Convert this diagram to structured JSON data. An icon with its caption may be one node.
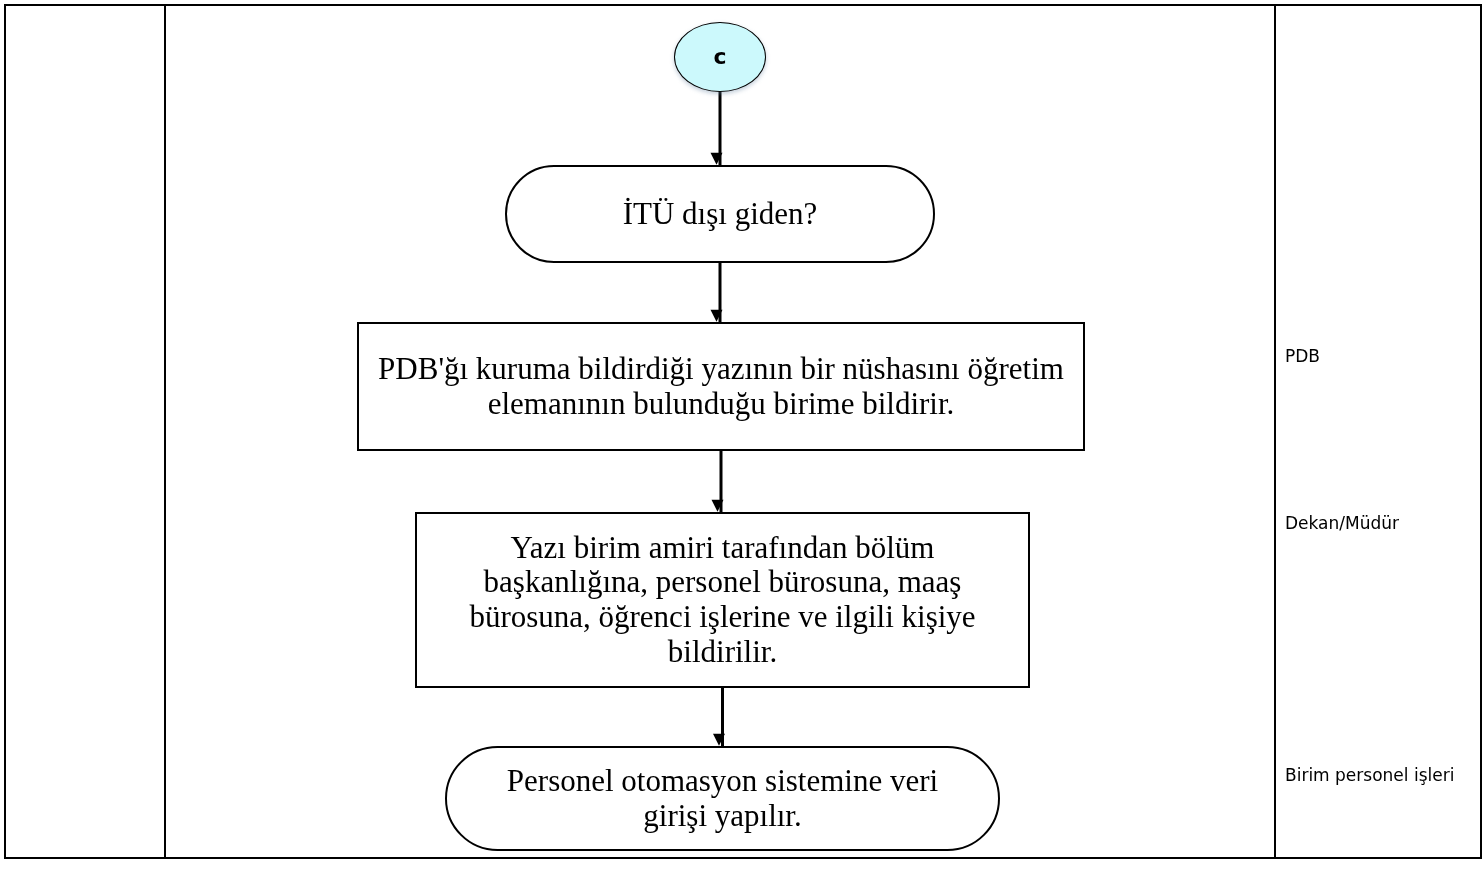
{
  "diagram": {
    "nodes": [
      {
        "text": [
          "c"
        ]
      },
      {
        "text": [
          "İTÜ dışı giden?"
        ]
      },
      {
        "text": [
          "PDB'ğı kuruma bildirdiği yazının bir nüshasını öğretim elemanının bulunduğu birime bildirir."
        ]
      },
      {
        "text": [
          "Yazı birim amiri tarafından bölüm başkanlığına, personel bürosuna, maaş bürosuna, öğrenci işlerine ve ilgili kişiye bildirilir."
        ]
      },
      {
        "text": [
          "Personel otomasyon sistemine veri girişi yapılır."
        ]
      }
    ],
    "edges": [
      {
        "from": 0,
        "to": 1,
        "arrow": "to"
      },
      {
        "from": 1,
        "to": 2,
        "arrow": "to"
      },
      {
        "from": 2,
        "to": 3,
        "arrow": "to"
      },
      {
        "from": 3,
        "to": 4,
        "arrow": "to"
      }
    ],
    "labels": [
      "PDB",
      "Dekan/Müdür",
      "Birim personel işleri"
    ]
  }
}
